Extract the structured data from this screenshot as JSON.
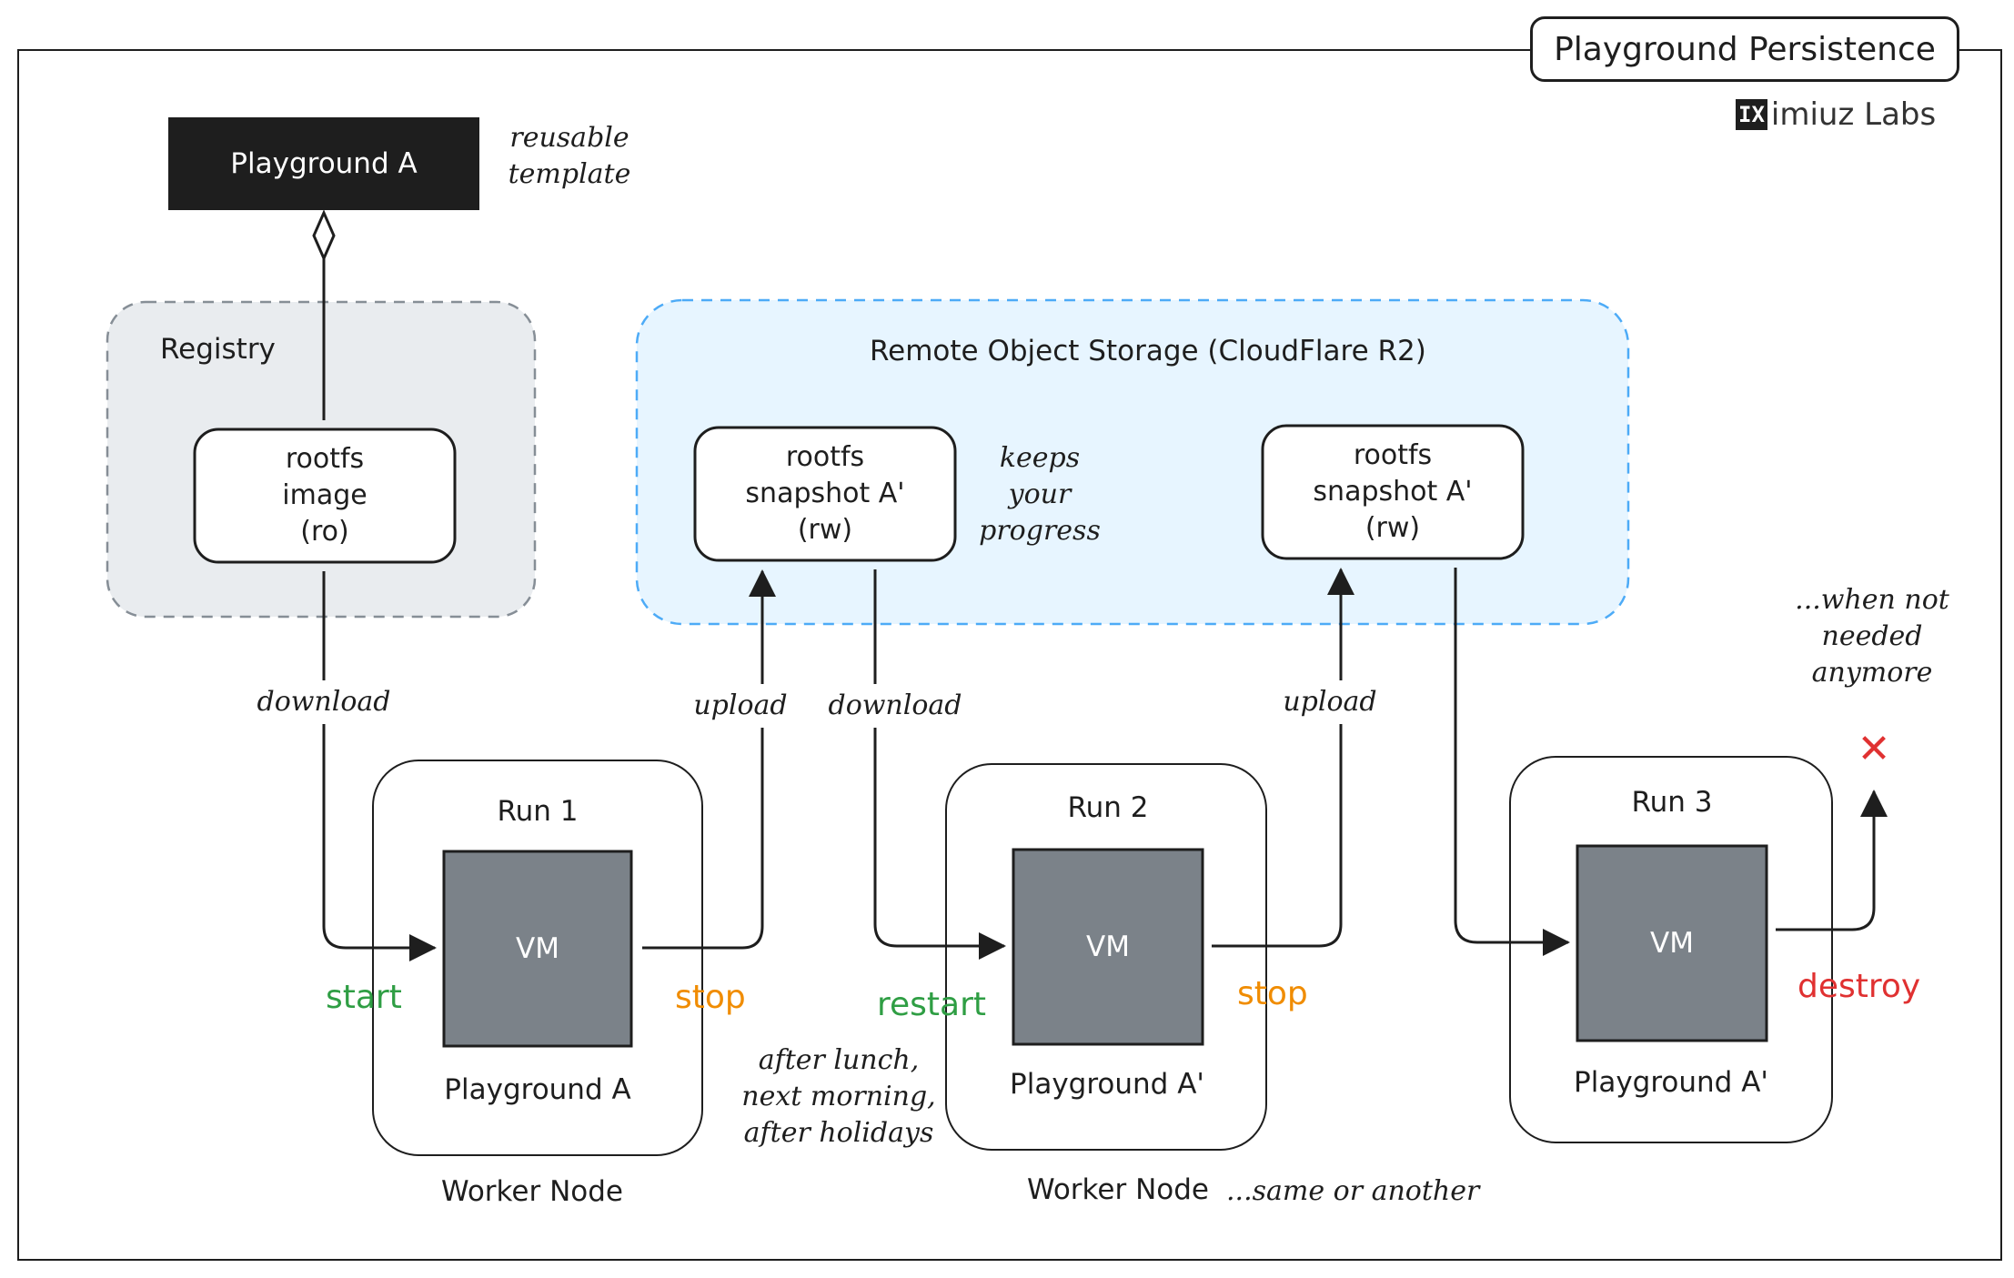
{
  "header": {
    "title": "Playground Persistence",
    "brand_mark": "IX",
    "brand_name": "imiuz Labs"
  },
  "template": {
    "label": "Playground A",
    "note": "reusable\ntemplate"
  },
  "registry": {
    "label": "Registry",
    "image_label": "rootfs\nimage\n(ro)"
  },
  "storage": {
    "label": "Remote Object Storage (CloudFlare R2)",
    "snapshot1_label": "rootfs\nsnapshot A'\n(rw)",
    "snapshot2_label": "rootfs\nsnapshot A'\n(rw)",
    "progress_note": "keeps\nyour\nprogress"
  },
  "edges": {
    "download1": "download",
    "upload1": "upload",
    "download2": "download",
    "upload2": "upload"
  },
  "runs": [
    {
      "title": "Run 1",
      "vm": "VM",
      "playground": "Playground A",
      "start_action": "start",
      "stop_action": "stop"
    },
    {
      "title": "Run 2",
      "vm": "VM",
      "playground": "Playground A'",
      "start_action": "restart",
      "stop_action": "stop"
    },
    {
      "title": "Run 3",
      "vm": "VM",
      "playground": "Playground A'",
      "stop_action": "destroy"
    }
  ],
  "notes": {
    "restart_when": "after lunch,\nnext morning,\nafter holidays",
    "same_or_another": "...same or another",
    "when_not_needed": "...when not\nneeded\nanymore",
    "destroyed_mark": "✕"
  },
  "worker_nodes": {
    "node1": "Worker Node",
    "node2": "Worker Node"
  },
  "colors": {
    "start": "#2f9e44",
    "stop": "#f08c00",
    "destroy": "#e03131",
    "vm_fill": "#7b8289",
    "template_fill": "#1e1e1e",
    "registry_fill": "#e9ecef",
    "storage_fill": "#e7f5ff",
    "storage_border": "#4dabf7"
  }
}
